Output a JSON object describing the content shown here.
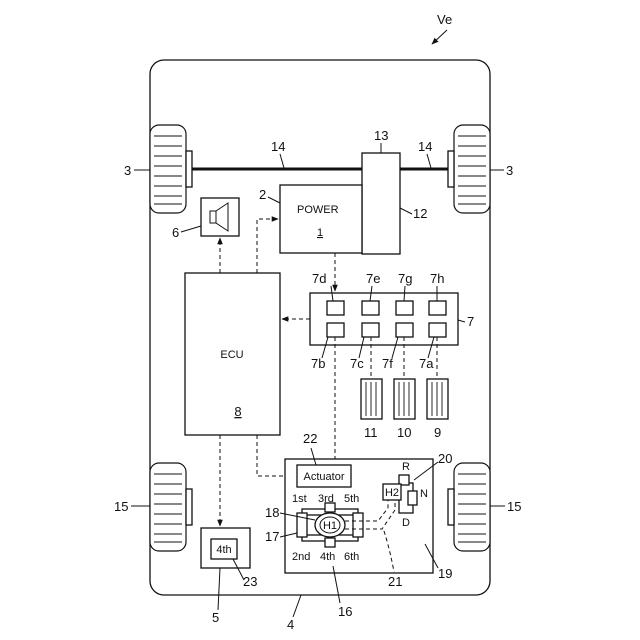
{
  "title": "Ve",
  "blocks": {
    "power": {
      "label": "POWER",
      "number": "1",
      "ref": "2"
    },
    "ecu": {
      "label": "ECU",
      "number": "8"
    },
    "actuator": {
      "label": "Actuator",
      "ref": "22"
    },
    "gear_display": {
      "label": "4th",
      "ref": "23"
    },
    "h1": "H1",
    "h2": "H2"
  },
  "shift_positions": {
    "first": "1st",
    "second": "2nd",
    "third": "3rd",
    "fourth": "4th",
    "fifth": "5th",
    "sixth": "6th"
  },
  "lever_positions": {
    "reverse": "R",
    "neutral": "N",
    "drive": "D"
  },
  "refs": {
    "front_wheel_left": "3",
    "front_wheel_right": "3",
    "rear_wheel_left": "15",
    "rear_wheel_right": "15",
    "speaker": "6",
    "gear_display_unit": "5",
    "shifter_assembly": "4",
    "pattern": "16",
    "h_gate": "17",
    "h_gate_knob": "18",
    "lever_unit": "19",
    "lever": "20",
    "link": "21",
    "motor": "12",
    "transmission": "13",
    "axle_left": "14",
    "axle_right": "14",
    "sensor_group": "7",
    "sensor_7a": "7a",
    "sensor_7b": "7b",
    "sensor_7c": "7c",
    "sensor_7d": "7d",
    "sensor_7e": "7e",
    "sensor_7f": "7f",
    "sensor_7g": "7g",
    "sensor_7h": "7h",
    "pedal_9": "9",
    "pedal_10": "10",
    "pedal_11": "11"
  }
}
